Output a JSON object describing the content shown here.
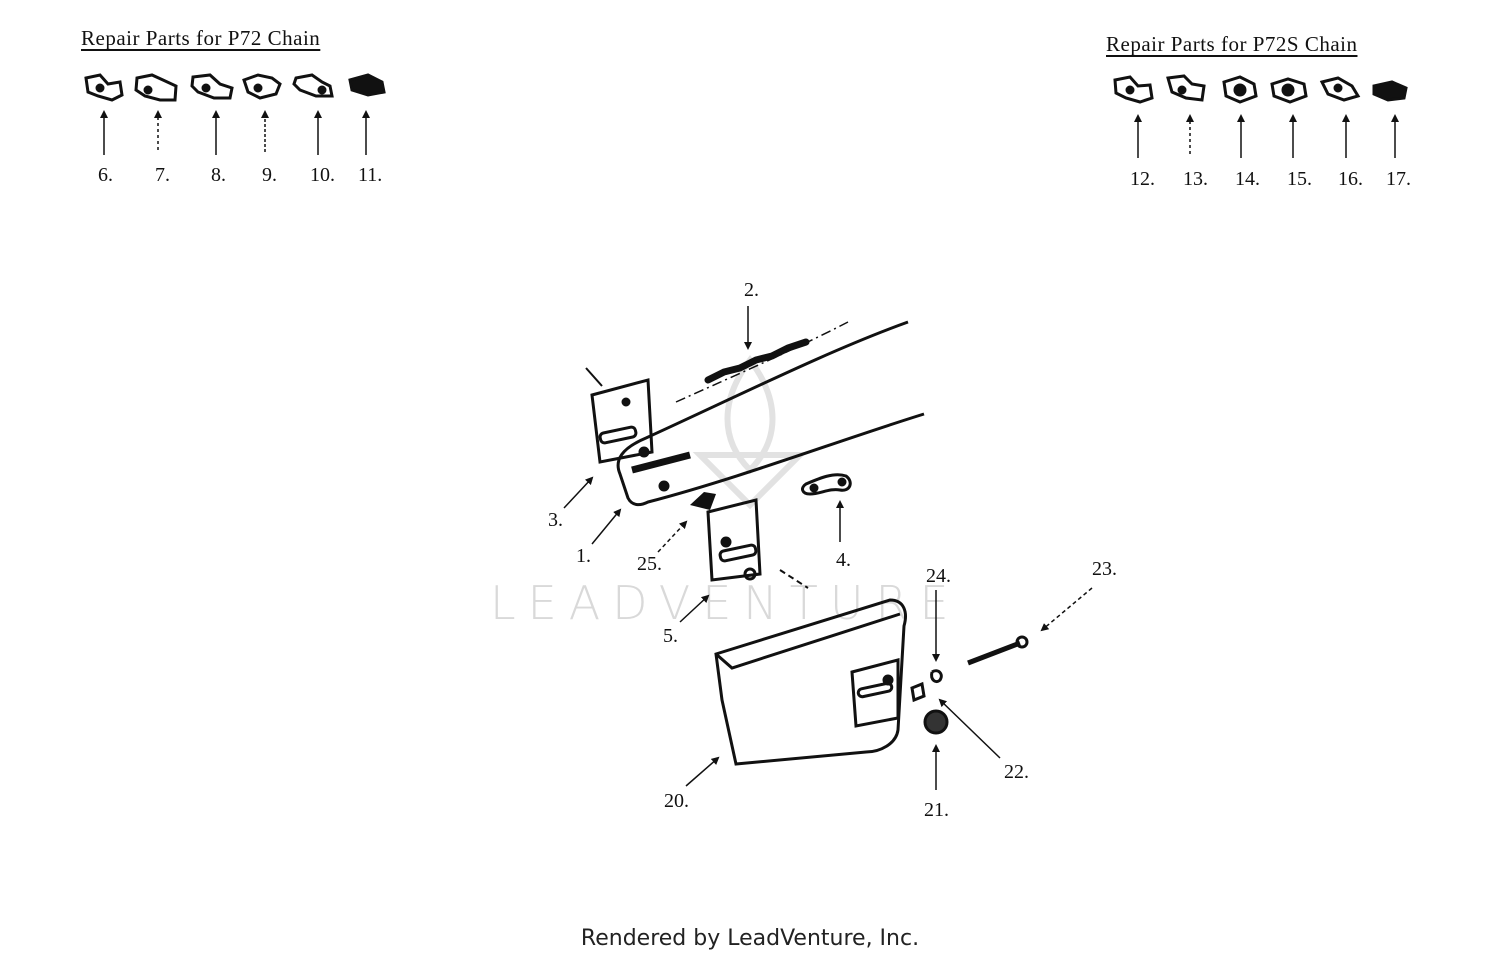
{
  "headings": {
    "p72": "Repair Parts for P72 Chain",
    "p72s": "Repair Parts for P72S Chain"
  },
  "labels": {
    "l1": "1.",
    "l2": "2.",
    "l3": "3.",
    "l4": "4.",
    "l5": "5.",
    "l6": "6.",
    "l7": "7.",
    "l8": "8.",
    "l9": "9.",
    "l10": "10.",
    "l11": "11.",
    "l12": "12.",
    "l13": "13.",
    "l14": "14.",
    "l15": "15.",
    "l16": "16.",
    "l17": "17.",
    "l20": "20.",
    "l21": "21.",
    "l22": "22.",
    "l23": "23.",
    "l24": "24.",
    "l25": "25."
  },
  "watermark": "LEADVENTURE",
  "footer": "Rendered by LeadVenture, Inc."
}
